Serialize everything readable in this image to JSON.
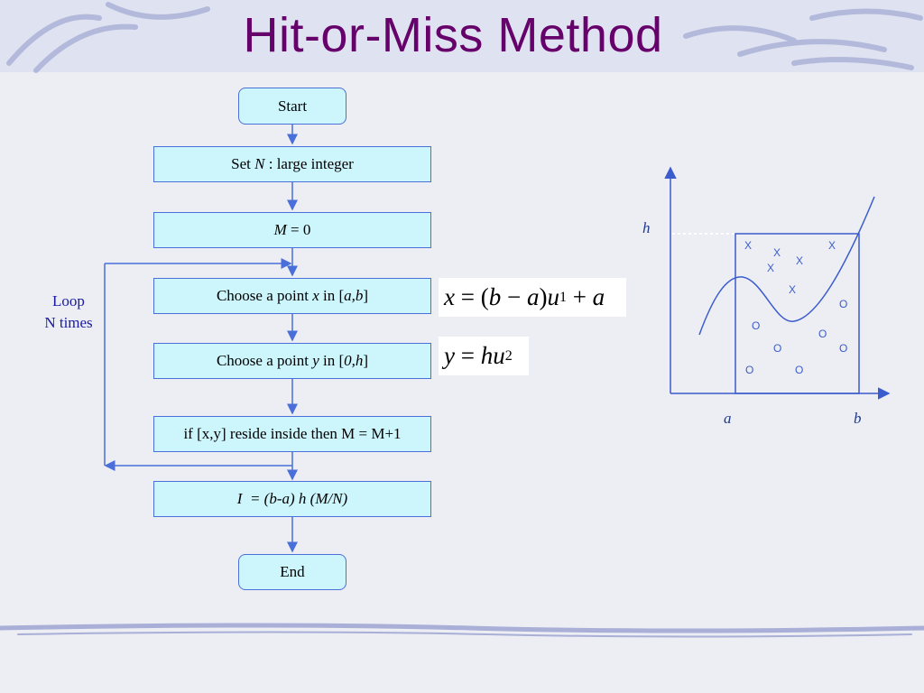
{
  "title": "Hit-or-Miss Method",
  "flowchart": {
    "start": "Start",
    "set_n": {
      "prefix": "Set ",
      "var": "N",
      "suffix": " : large integer"
    },
    "m_init": {
      "var": "M",
      "suffix": " = 0"
    },
    "choose_x": {
      "prefix": "Choose a point ",
      "var": "x",
      "mid": " in [",
      "range": "a,b",
      "end": "]"
    },
    "choose_y": {
      "prefix": "Choose a point ",
      "var": "y",
      "mid": " in [",
      "range": "0,h",
      "end": "]"
    },
    "check": "if [x,y] reside inside then M = M+1",
    "result": {
      "var": "I",
      "expr": "  = (b-a) h (M/N)"
    },
    "end": "End",
    "loop_label_line1": "Loop",
    "loop_label_line2": "N times"
  },
  "formulas": {
    "x_eq": {
      "lhs": "x",
      "op": " = (",
      "b": "b",
      "minus": " − ",
      "a": "a",
      "close": ")",
      "u": "u",
      "sub": "1",
      "plus": " + ",
      "a2": "a"
    },
    "y_eq": {
      "lhs": "y",
      "op": " = ",
      "h": "h",
      "u": "u",
      "sub": "2"
    }
  },
  "graph": {
    "h_label": "h",
    "a_label": "a",
    "b_label": "b",
    "hit_marker": "X",
    "miss_marker": "O",
    "axis_color": "#3b5ccc"
  }
}
